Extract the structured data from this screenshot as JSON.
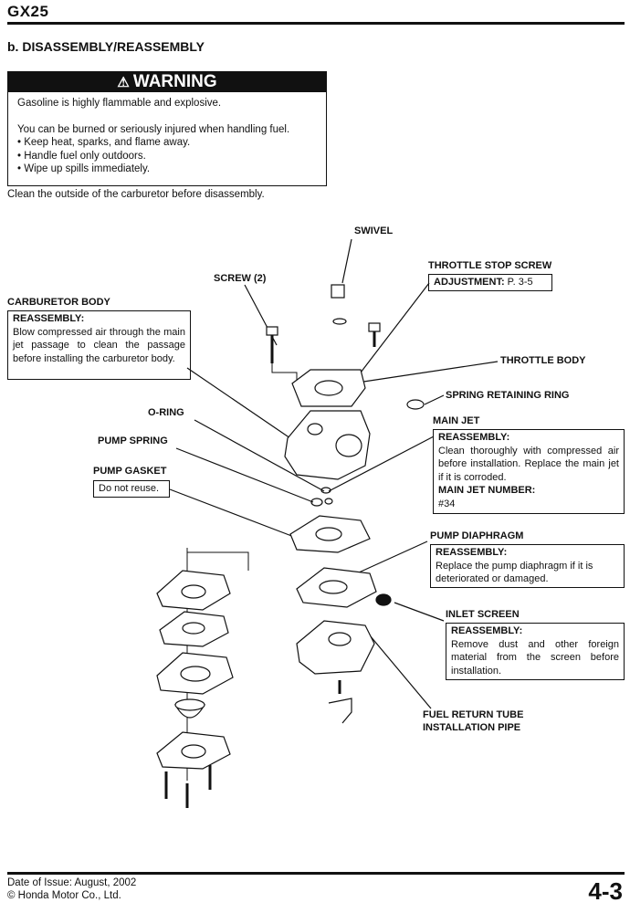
{
  "header": {
    "model": "GX25"
  },
  "section_title": "b. DISASSEMBLY/REASSEMBLY",
  "warning": {
    "title": "WARNING",
    "lines": [
      "Gasoline is highly flammable and explosive.",
      "You can be burned or seriously injured when handling fuel.",
      "• Keep heat, sparks, and flame away.",
      "• Handle fuel only outdoors.",
      "• Wipe up spills immediately."
    ]
  },
  "intro": "Clean the outside of the carburetor before disassembly.",
  "labels": {
    "swivel": "SWIVEL",
    "throttle_stop_screw": "THROTTLE STOP SCREW",
    "screw": "SCREW (2)",
    "carburetor_body": "CARBURETOR BODY",
    "throttle_body": "THROTTLE BODY",
    "spring_retaining_ring": "SPRING RETAINING RING",
    "o_ring": "O-RING",
    "main_jet": "MAIN JET",
    "pump_spring": "PUMP SPRING",
    "pump_gasket": "PUMP GASKET",
    "pump_diaphragm": "PUMP DIAPHRAGM",
    "inlet_screen": "INLET SCREEN",
    "fuel_return_1": "FUEL RETURN TUBE",
    "fuel_return_2": "INSTALLATION PIPE"
  },
  "notes": {
    "adjustment_label": "ADJUSTMENT:",
    "adjustment_ref": " P. 3-5",
    "carb_head": "REASSEMBLY:",
    "carb_text": "Blow compressed air through the main jet passage to clean the passage before installing the carburetor body.",
    "mainjet_head": "REASSEMBLY:",
    "mainjet_text": "Clean thoroughly with compressed air before installation. Replace the main jet if it is corroded.",
    "mainjet_num_head": "MAIN JET NUMBER:",
    "mainjet_num": "#34",
    "gasket_text": "Do not reuse.",
    "diaphragm_head": "REASSEMBLY:",
    "diaphragm_text": "Replace the pump diaphragm if it is deteriorated or damaged.",
    "inlet_head": "REASSEMBLY:",
    "inlet_text": "Remove dust and other foreign material from the screen before installation."
  },
  "footer": {
    "date": "Date of Issue: August, 2002",
    "copyright": "© Honda Motor Co., Ltd.",
    "page": "4-3"
  }
}
